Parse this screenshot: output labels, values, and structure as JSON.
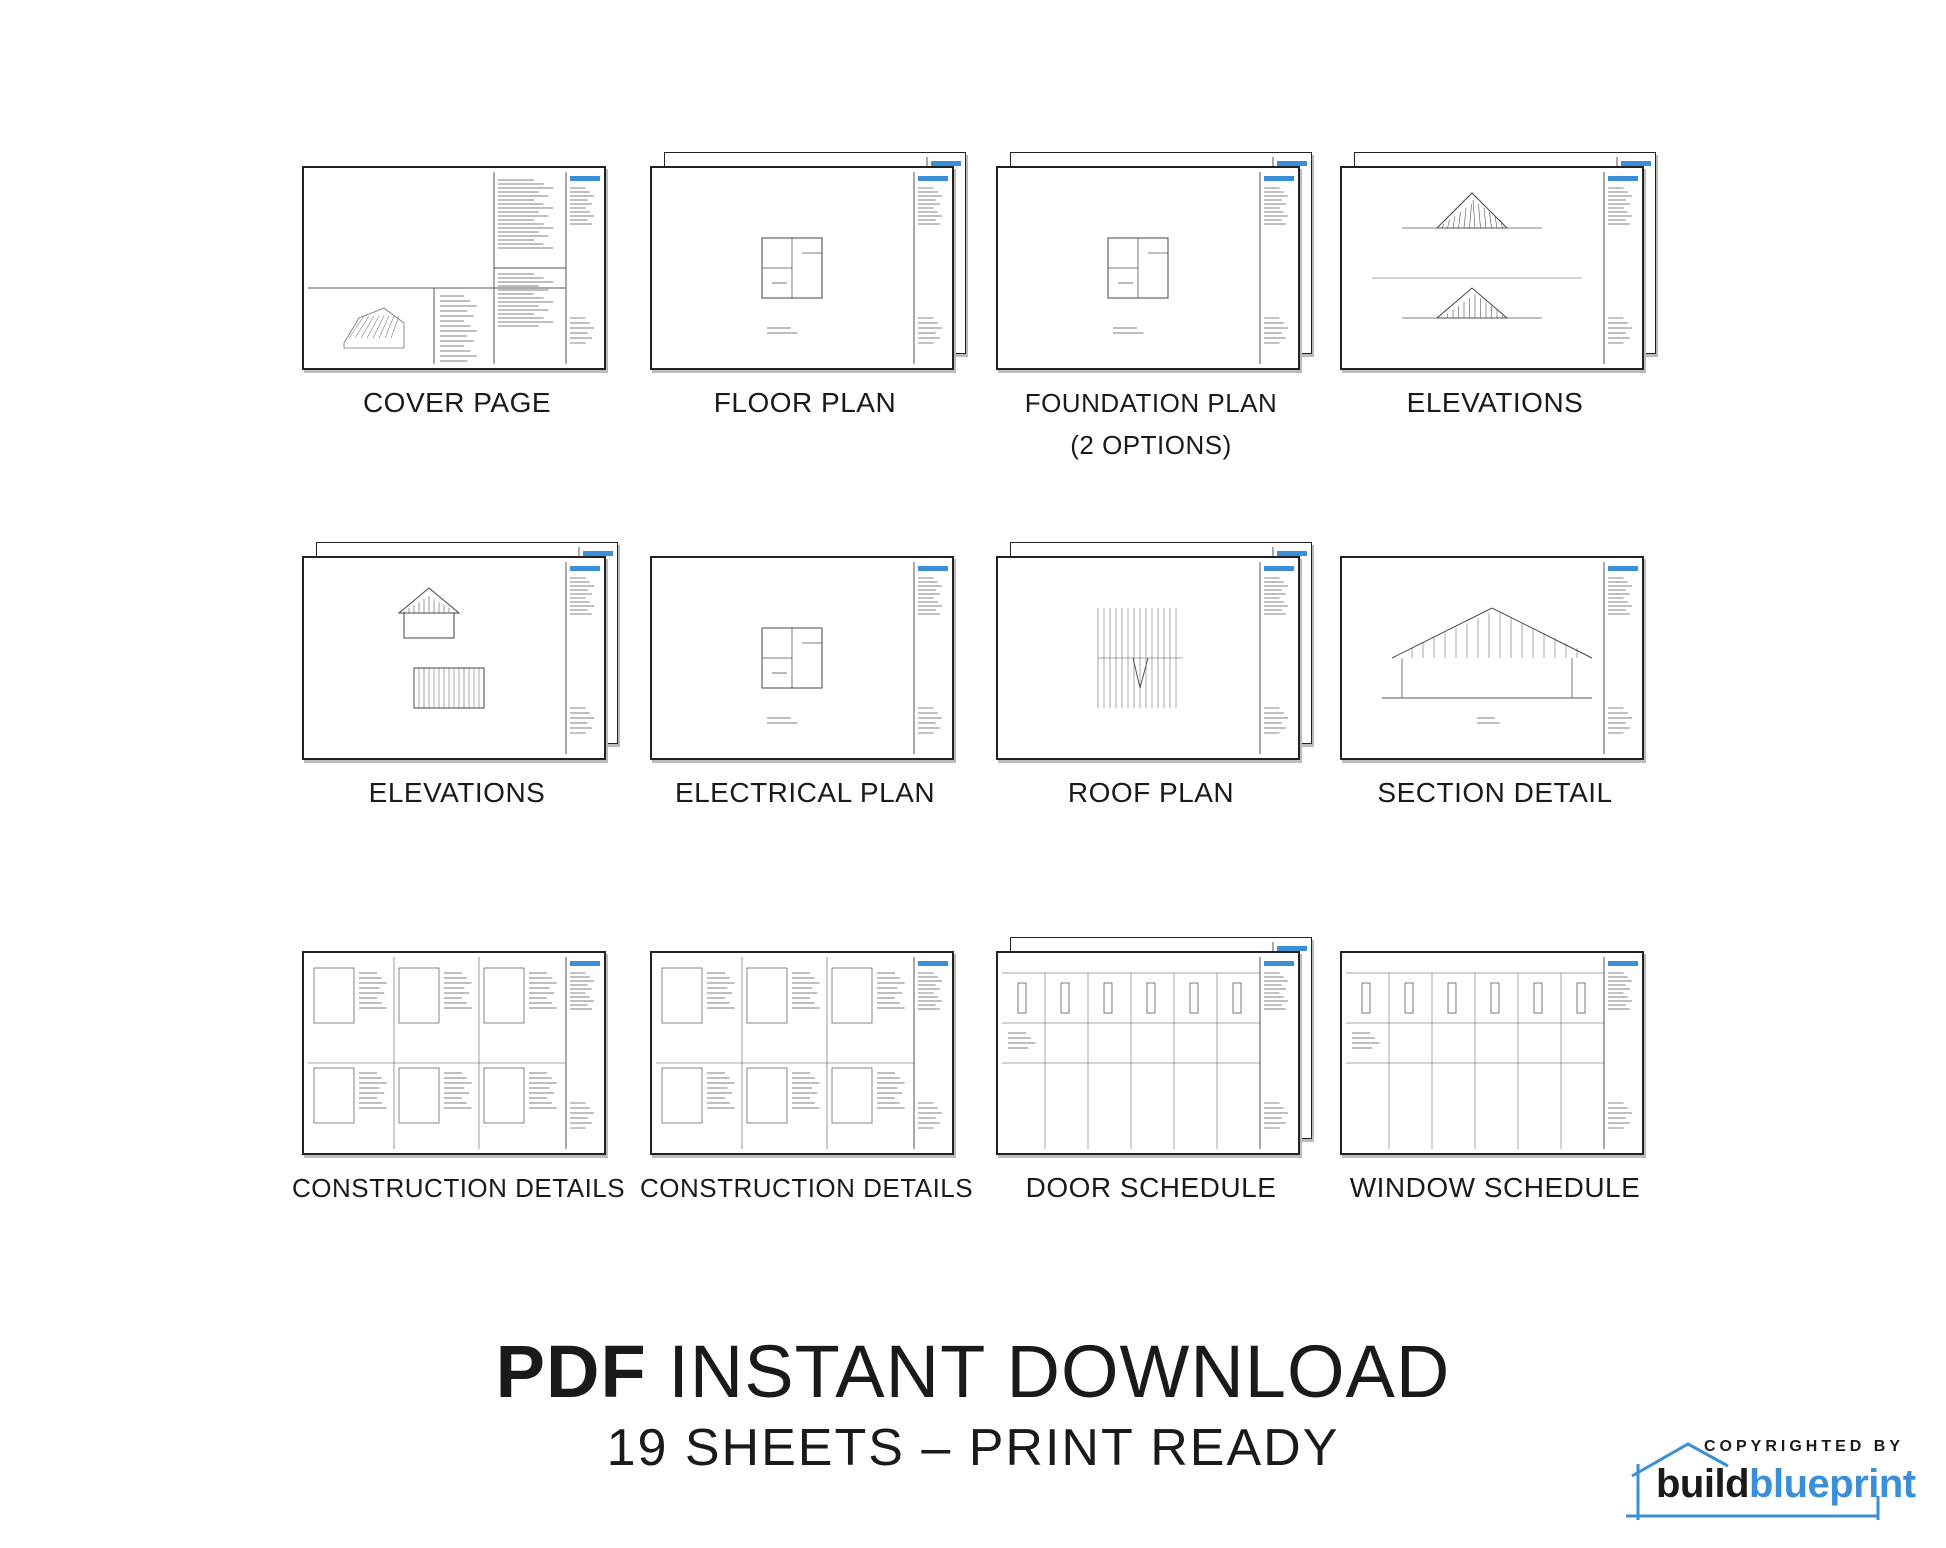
{
  "sheets": [
    {
      "label": "COVER PAGE",
      "stack": 1,
      "kind": "cover"
    },
    {
      "label": "FLOOR PLAN",
      "stack": 2,
      "kind": "plan"
    },
    {
      "label": "FOUNDATION PLAN\n(2 OPTIONS)",
      "stack": 2,
      "kind": "plan"
    },
    {
      "label": "ELEVATIONS",
      "stack": 2,
      "kind": "elev"
    },
    {
      "label": "ELEVATIONS",
      "stack": 2,
      "kind": "elev2"
    },
    {
      "label": "ELECTRICAL PLAN",
      "stack": 1,
      "kind": "plan"
    },
    {
      "label": "ROOF PLAN",
      "stack": 2,
      "kind": "roof"
    },
    {
      "label": "SECTION DETAIL",
      "stack": 1,
      "kind": "section"
    },
    {
      "label": "CONSTRUCTION DETAILS",
      "stack": 1,
      "kind": "details"
    },
    {
      "label": "CONSTRUCTION DETAILS",
      "stack": 1,
      "kind": "details"
    },
    {
      "label": "DOOR SCHEDULE",
      "stack": 2,
      "kind": "schedule"
    },
    {
      "label": "WINDOW SCHEDULE",
      "stack": 1,
      "kind": "schedule"
    }
  ],
  "headline": {
    "bold": "PDF",
    "rest": " INSTANT DOWNLOAD"
  },
  "subline": "19 SHEETS – PRINT READY",
  "brand": {
    "copyright": "COPYRIGHTED BY",
    "name_part1": "build",
    "name_part2": "blueprint",
    "accent_color": "#3a8fd6"
  }
}
